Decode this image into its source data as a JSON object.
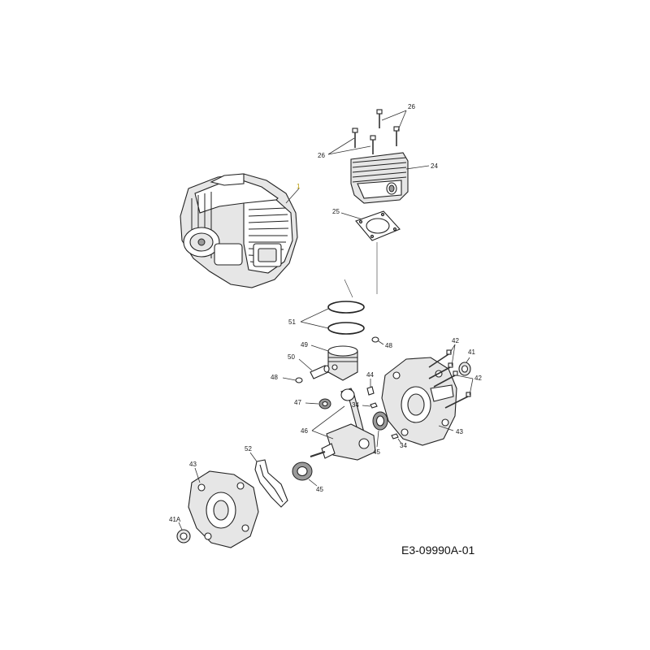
{
  "callouts": {
    "engine": "1",
    "screws_top": "26",
    "screws_left": "26",
    "cylinder": "24",
    "cyl_gasket": "25",
    "rings": "51",
    "piston": "49",
    "clip_right": "48",
    "pin": "50",
    "clip_left": "48",
    "bolts_top": "42",
    "seal_right": "41",
    "bolts_bottom": "42",
    "key": "44",
    "bearing_cage": "47",
    "dowel_top": "34",
    "crank_half_right": "43",
    "crankshaft": "46",
    "bearing_right": "45",
    "dowel_bottom": "34",
    "case_gasket": "52",
    "crank_half_left": "43",
    "bearing_left": "45",
    "seal_left": "41A"
  },
  "diagram_code": "E3-09990A-01"
}
